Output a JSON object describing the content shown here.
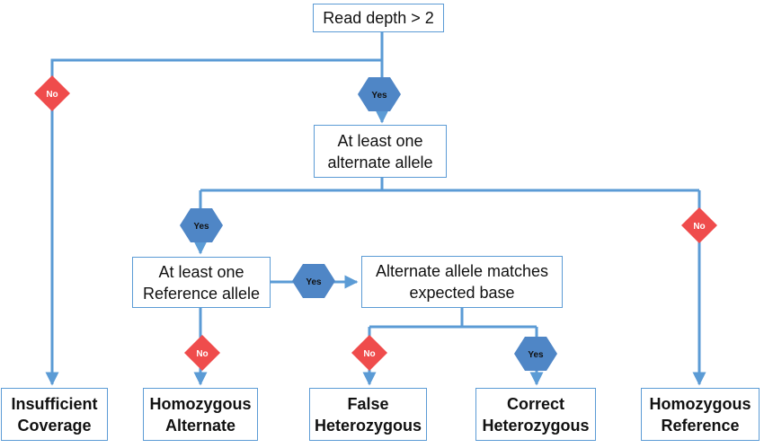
{
  "colors": {
    "line": "#5b9bd5",
    "yes_badge": "#4f86c6",
    "no_badge": "#ef4c4c",
    "box_border": "#5b9bd5",
    "box_text": "#111111"
  },
  "nodes": {
    "read_depth": {
      "lines": [
        "Read depth > 2"
      ]
    },
    "alt_allele": {
      "lines": [
        "At least one",
        "alternate allele"
      ]
    },
    "ref_allele": {
      "lines": [
        "At least one",
        "Reference allele"
      ]
    },
    "alt_matches": {
      "lines": [
        "Alternate allele matches",
        "expected base"
      ]
    },
    "insufficient": {
      "lines": [
        "Insufficient",
        "Coverage"
      ]
    },
    "hom_alt": {
      "lines": [
        "Homozygous",
        "Alternate"
      ]
    },
    "false_het": {
      "lines": [
        "False",
        "Heterozygous"
      ]
    },
    "correct_het": {
      "lines": [
        "Correct",
        "Heterozygous"
      ]
    },
    "hom_ref": {
      "lines": [
        "Homozygous",
        "Reference"
      ]
    }
  },
  "badges": {
    "depth_no": "No",
    "depth_yes": "Yes",
    "alt_yes": "Yes",
    "alt_no": "No",
    "ref_yes": "Yes",
    "ref_no": "No",
    "match_no": "No",
    "match_yes": "Yes"
  }
}
